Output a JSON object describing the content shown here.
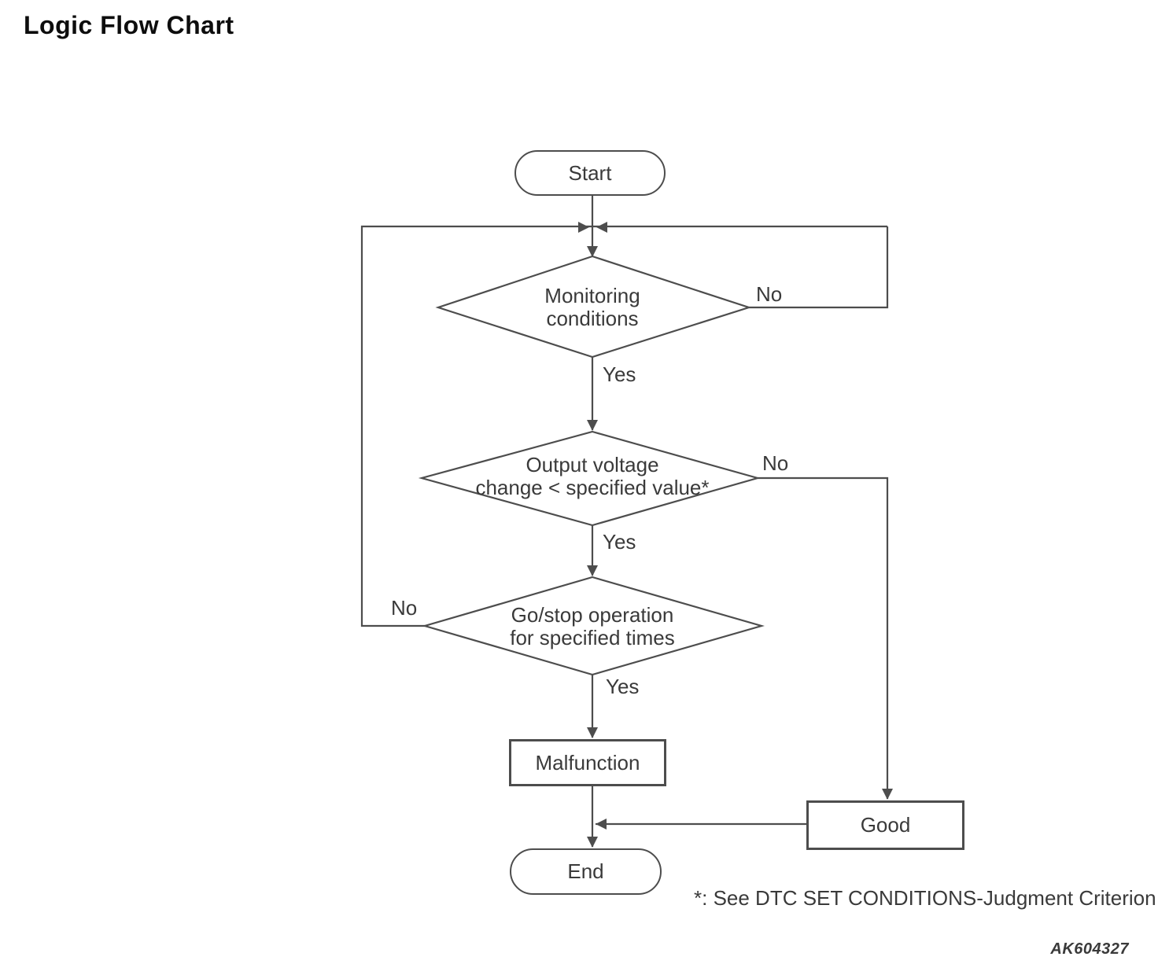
{
  "title": "Logic Flow Chart",
  "footnote": "*: See DTC SET CONDITIONS-Judgment Criterion",
  "figure_code": "AK604327",
  "colors": {
    "line": "#4d4d4d",
    "text": "#3a3a3a",
    "title": "#0d0d0d"
  },
  "flowchart": {
    "start": {
      "label": "Start"
    },
    "decision_monitoring": {
      "line1": "Monitoring",
      "line2": "conditions",
      "yes": "Yes",
      "no": "No"
    },
    "decision_output_voltage": {
      "line1": "Output voltage",
      "line2": "change < specified value*",
      "yes": "Yes",
      "no": "No"
    },
    "decision_go_stop": {
      "line1": "Go/stop operation",
      "line2": "for specified times",
      "yes": "Yes",
      "no": "No"
    },
    "malfunction": {
      "label": "Malfunction"
    },
    "good": {
      "label": "Good"
    },
    "end": {
      "label": "End"
    }
  }
}
